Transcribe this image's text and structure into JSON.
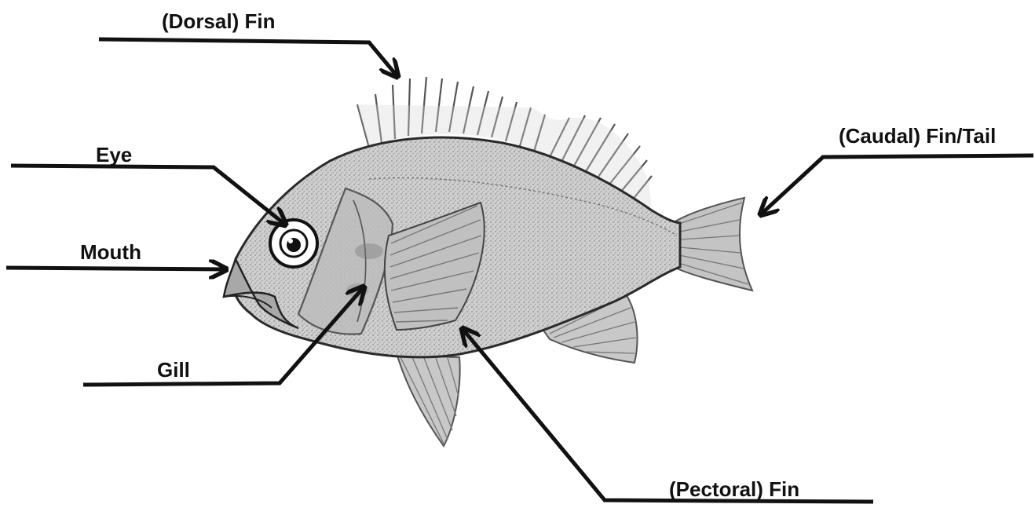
{
  "labels": {
    "dorsal_fin": "(Dorsal) Fin",
    "caudal_fin": "(Caudal) Fin/Tail",
    "eye": "Eye",
    "mouth": "Mouth",
    "gill": "Gill",
    "pectoral_fin": "(Pectoral) Fin"
  },
  "colors": {
    "leader_lines": "#111111",
    "fish_body": "#c9c9c9",
    "fish_outline": "#2a2a2a",
    "fins": "#bdbdbd"
  }
}
